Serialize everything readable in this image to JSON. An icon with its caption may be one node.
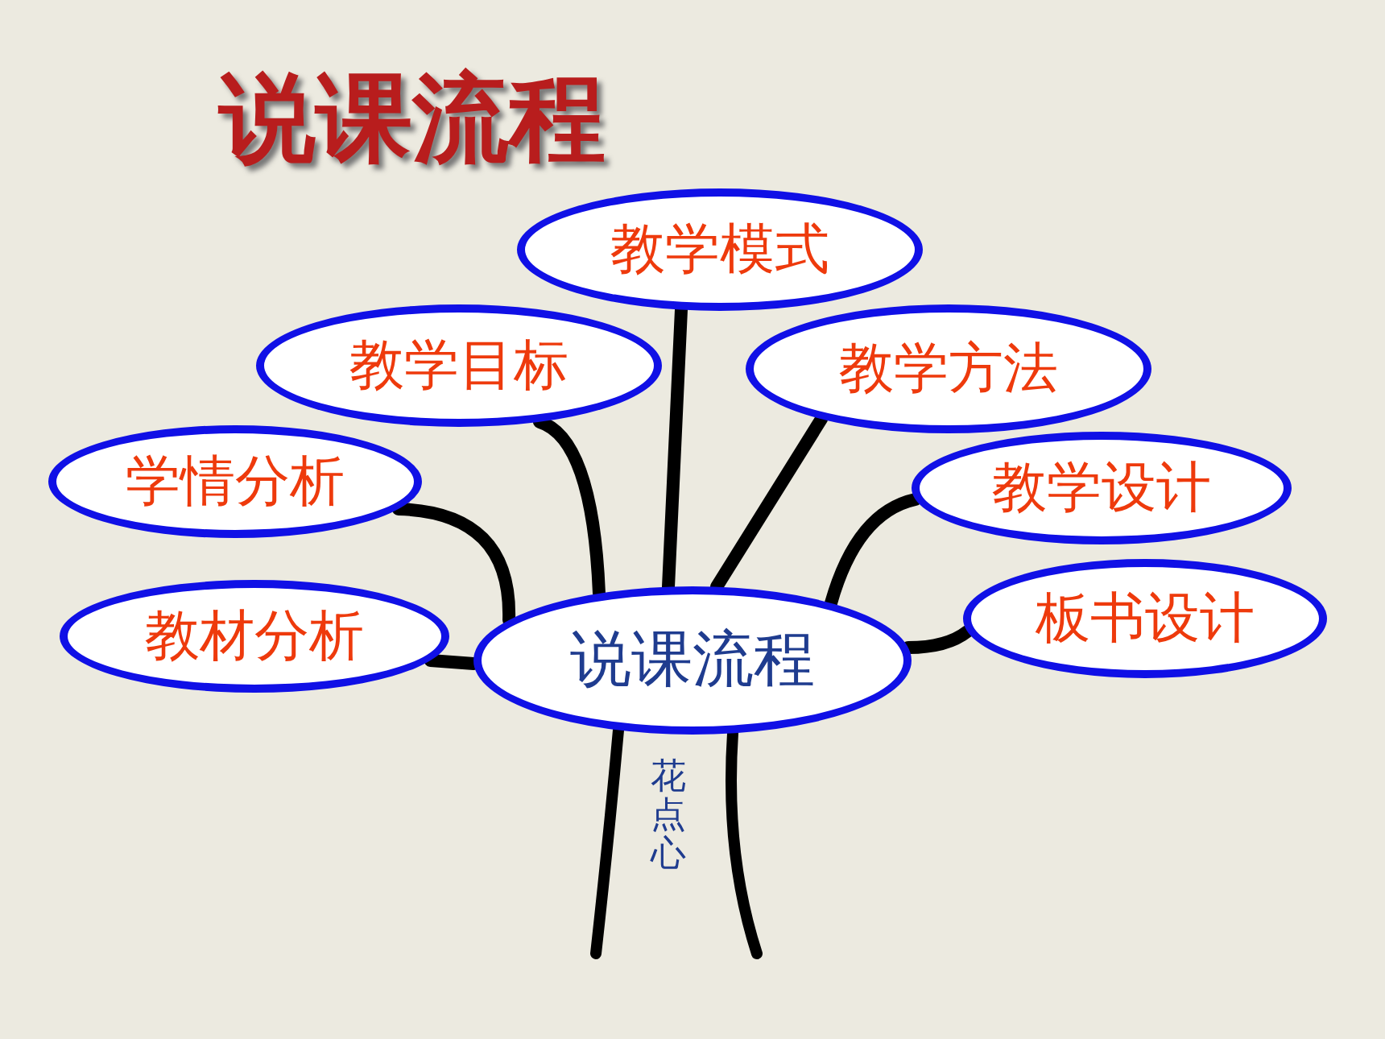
{
  "diagram": {
    "title": "说课流程",
    "nodes": [
      {
        "text": [
          "说课流程"
        ]
      },
      {
        "text": [
          "教学模式"
        ]
      },
      {
        "text": [
          "教学目标"
        ]
      },
      {
        "text": [
          "教学方法"
        ]
      },
      {
        "text": [
          "学情分析"
        ]
      },
      {
        "text": [
          "教学设计"
        ]
      },
      {
        "text": [
          "教材分析"
        ]
      },
      {
        "text": [
          "板书设计"
        ]
      }
    ],
    "edges": [
      {
        "from": 0,
        "to": 1,
        "arrow": "none"
      },
      {
        "from": 0,
        "to": 2,
        "arrow": "none"
      },
      {
        "from": 0,
        "to": 3,
        "arrow": "none"
      },
      {
        "from": 0,
        "to": 4,
        "arrow": "none"
      },
      {
        "from": 0,
        "to": 5,
        "arrow": "none"
      },
      {
        "from": 0,
        "to": 6,
        "arrow": "none"
      },
      {
        "from": 0,
        "to": 7,
        "arrow": "none"
      }
    ],
    "labels": [
      "花点心"
    ]
  }
}
